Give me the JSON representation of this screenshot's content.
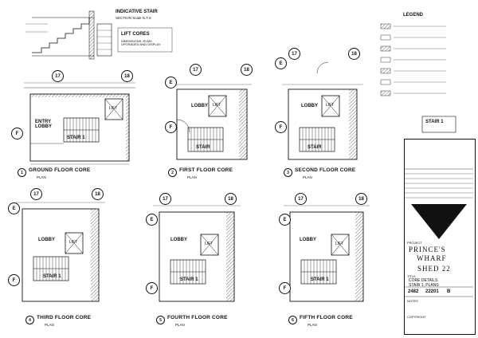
{
  "plans": [
    {
      "title": "GROUND FLOOR CORE",
      "num": "1",
      "sub": "PLAN",
      "lobby": "ENTRY LOBBY",
      "stair": "STAIR 1"
    },
    {
      "title": "FIRST FLOOR CORE",
      "num": "2",
      "sub": "PLAN",
      "lobby": "LOBBY",
      "stair": "STAIR"
    },
    {
      "title": "SECOND FLOOR CORE",
      "num": "3",
      "sub": "PLAN",
      "lobby": "LOBBY",
      "stair": "STAIR"
    },
    {
      "title": "THIRD FLOOR CORE",
      "num": "4",
      "sub": "PLAN",
      "lobby": "LOBBY",
      "stair": "STAIR 1"
    },
    {
      "title": "FOURTH FLOOR CORE",
      "num": "5",
      "sub": "PLAN",
      "lobby": "LOBBY",
      "stair": "STAIR 1"
    },
    {
      "title": "FIFTH FLOOR CORE",
      "num": "6",
      "sub": "PLAN",
      "lobby": "LOBBY",
      "stair": "STAIR 1"
    }
  ],
  "grid": {
    "a": "17",
    "b": "18",
    "e": "E",
    "f": "F"
  },
  "lift_label": "LIFT",
  "details": {
    "indicative_stair": "INDICATIVE STAIR",
    "section_note": "SECTION  Scale N.T.S",
    "lift_cores": "LIFT CORES",
    "lift_cores_note": "DIMENSIONS, RLMS UPGRADED AND DISPLAY"
  },
  "legend": {
    "title": "LEGEND",
    "stair_box": "STAIR 1"
  },
  "title_block": {
    "project_label": "PROJECT",
    "project_line1": "PRINCE'S",
    "project_line2": "WHARF",
    "shed": "SHED 22",
    "title_label": "TITLE",
    "drawing_title1": "CORE DETAILS",
    "drawing_title2": "STAIR 1, PLANS",
    "job_no": "2482",
    "drawing_no": "22201",
    "revision": "B",
    "notes_label": "NOTES",
    "copyright_label": "COPYRIGHT"
  }
}
